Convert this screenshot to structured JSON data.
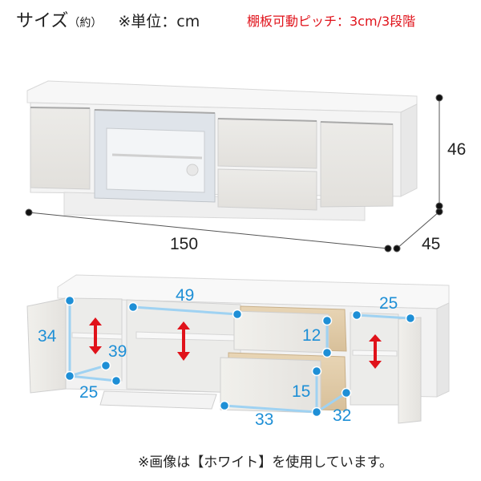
{
  "header": {
    "title": "サイズ",
    "title_note": "（約）",
    "unit": "※単位：cm",
    "shelf_pitch": "棚板可動ピッチ：3cm/3段階"
  },
  "overall_dimensions": {
    "width": "150",
    "depth": "45",
    "height": "46"
  },
  "interior_dimensions": {
    "left_cabinet_height": "34",
    "left_cabinet_depth": "39",
    "left_cabinet_width": "25",
    "center_width": "49",
    "drawer_upper_height": "12",
    "drawer_lower_height": "15",
    "drawer_width": "33",
    "drawer_depth": "32",
    "right_cabinet_width": "25"
  },
  "footer": {
    "note": "※画像は【ホワイト】を使用しています。"
  },
  "colors": {
    "accent_red": "#e0121a",
    "dimension_blue": "#1e8fd6",
    "text": "#222222"
  }
}
